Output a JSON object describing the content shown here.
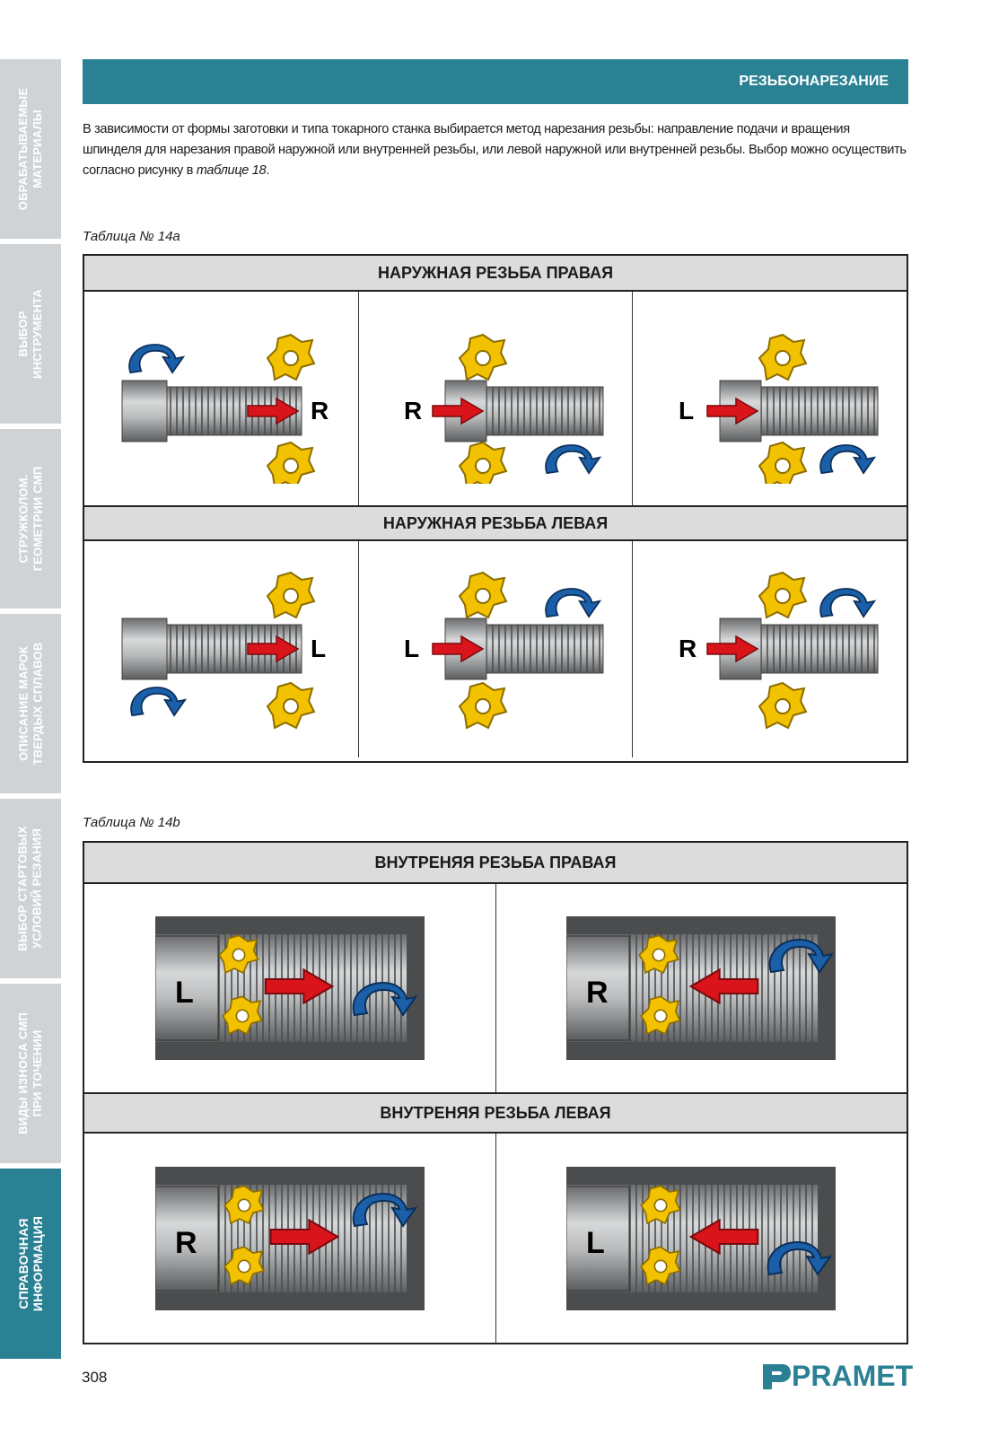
{
  "sidebar": {
    "tabs": [
      {
        "label": "ОБРАБАТЫВАЕМЫЕ\nМАТЕРИАЛЫ",
        "active": false
      },
      {
        "label": "ВЫБОР\nИНСТРУМЕНТА",
        "active": false
      },
      {
        "label": "СТРУЖКОЛОМ.\nГЕОМЕТРИИ СМП",
        "active": false
      },
      {
        "label": "ОПИСАНИЕ МАРОК\nТВЕРДЫХ СПЛАВОВ",
        "active": false
      },
      {
        "label": "ВЫБОР СТАРТОВЫХ\nУСЛОВИЙ РЕЗАНИЯ",
        "active": false
      },
      {
        "label": "ВИДЫ ИЗНОСА СМП\nПРИ ТОЧЕНИИ",
        "active": false
      },
      {
        "label": "СПРАВОЧНАЯ\nИНФОРМАЦИЯ",
        "active": true
      }
    ]
  },
  "header": {
    "title": "РЕЗЬБОНАРЕЗАНИЕ"
  },
  "intro": {
    "text": "В зависимости от формы заготовки и типа токарного станка выбирается метод нарезания резьбы: направление подачи и вращения шпинделя для нарезания правой наружной или внутренней резьбы, или левой наружной или внутренней резьбы. Выбор можно осуществить согласно рисунку в ",
    "ref": "таблице 18",
    "end": "."
  },
  "table_a": {
    "caption": "Таблица № 14а",
    "sections": [
      {
        "title": "НАРУЖНАЯ РЕЗЬБА ПРАВАЯ",
        "letters": [
          "R",
          "R",
          "L"
        ]
      },
      {
        "title": "НАРУЖНАЯ РЕЗЬБА ЛЕВАЯ",
        "letters": [
          "L",
          "L",
          "R"
        ]
      }
    ]
  },
  "table_b": {
    "caption": "Таблица № 14b",
    "sections": [
      {
        "title": "ВНУТРЕНЯЯ РЕЗЬБА ПРАВАЯ",
        "letters": [
          "L",
          "R"
        ]
      },
      {
        "title": "ВНУТРЕНЯЯ РЕЗЬБА ЛЕВАЯ",
        "letters": [
          "R",
          "L"
        ]
      }
    ]
  },
  "footer": {
    "page_number": "308",
    "logo_text": "PRAMET"
  },
  "colors": {
    "accent": "#2a8193",
    "arrow_red": "#d9141b",
    "spin_blue": "#1a5fa8",
    "insert_gold": "#f2c200"
  }
}
